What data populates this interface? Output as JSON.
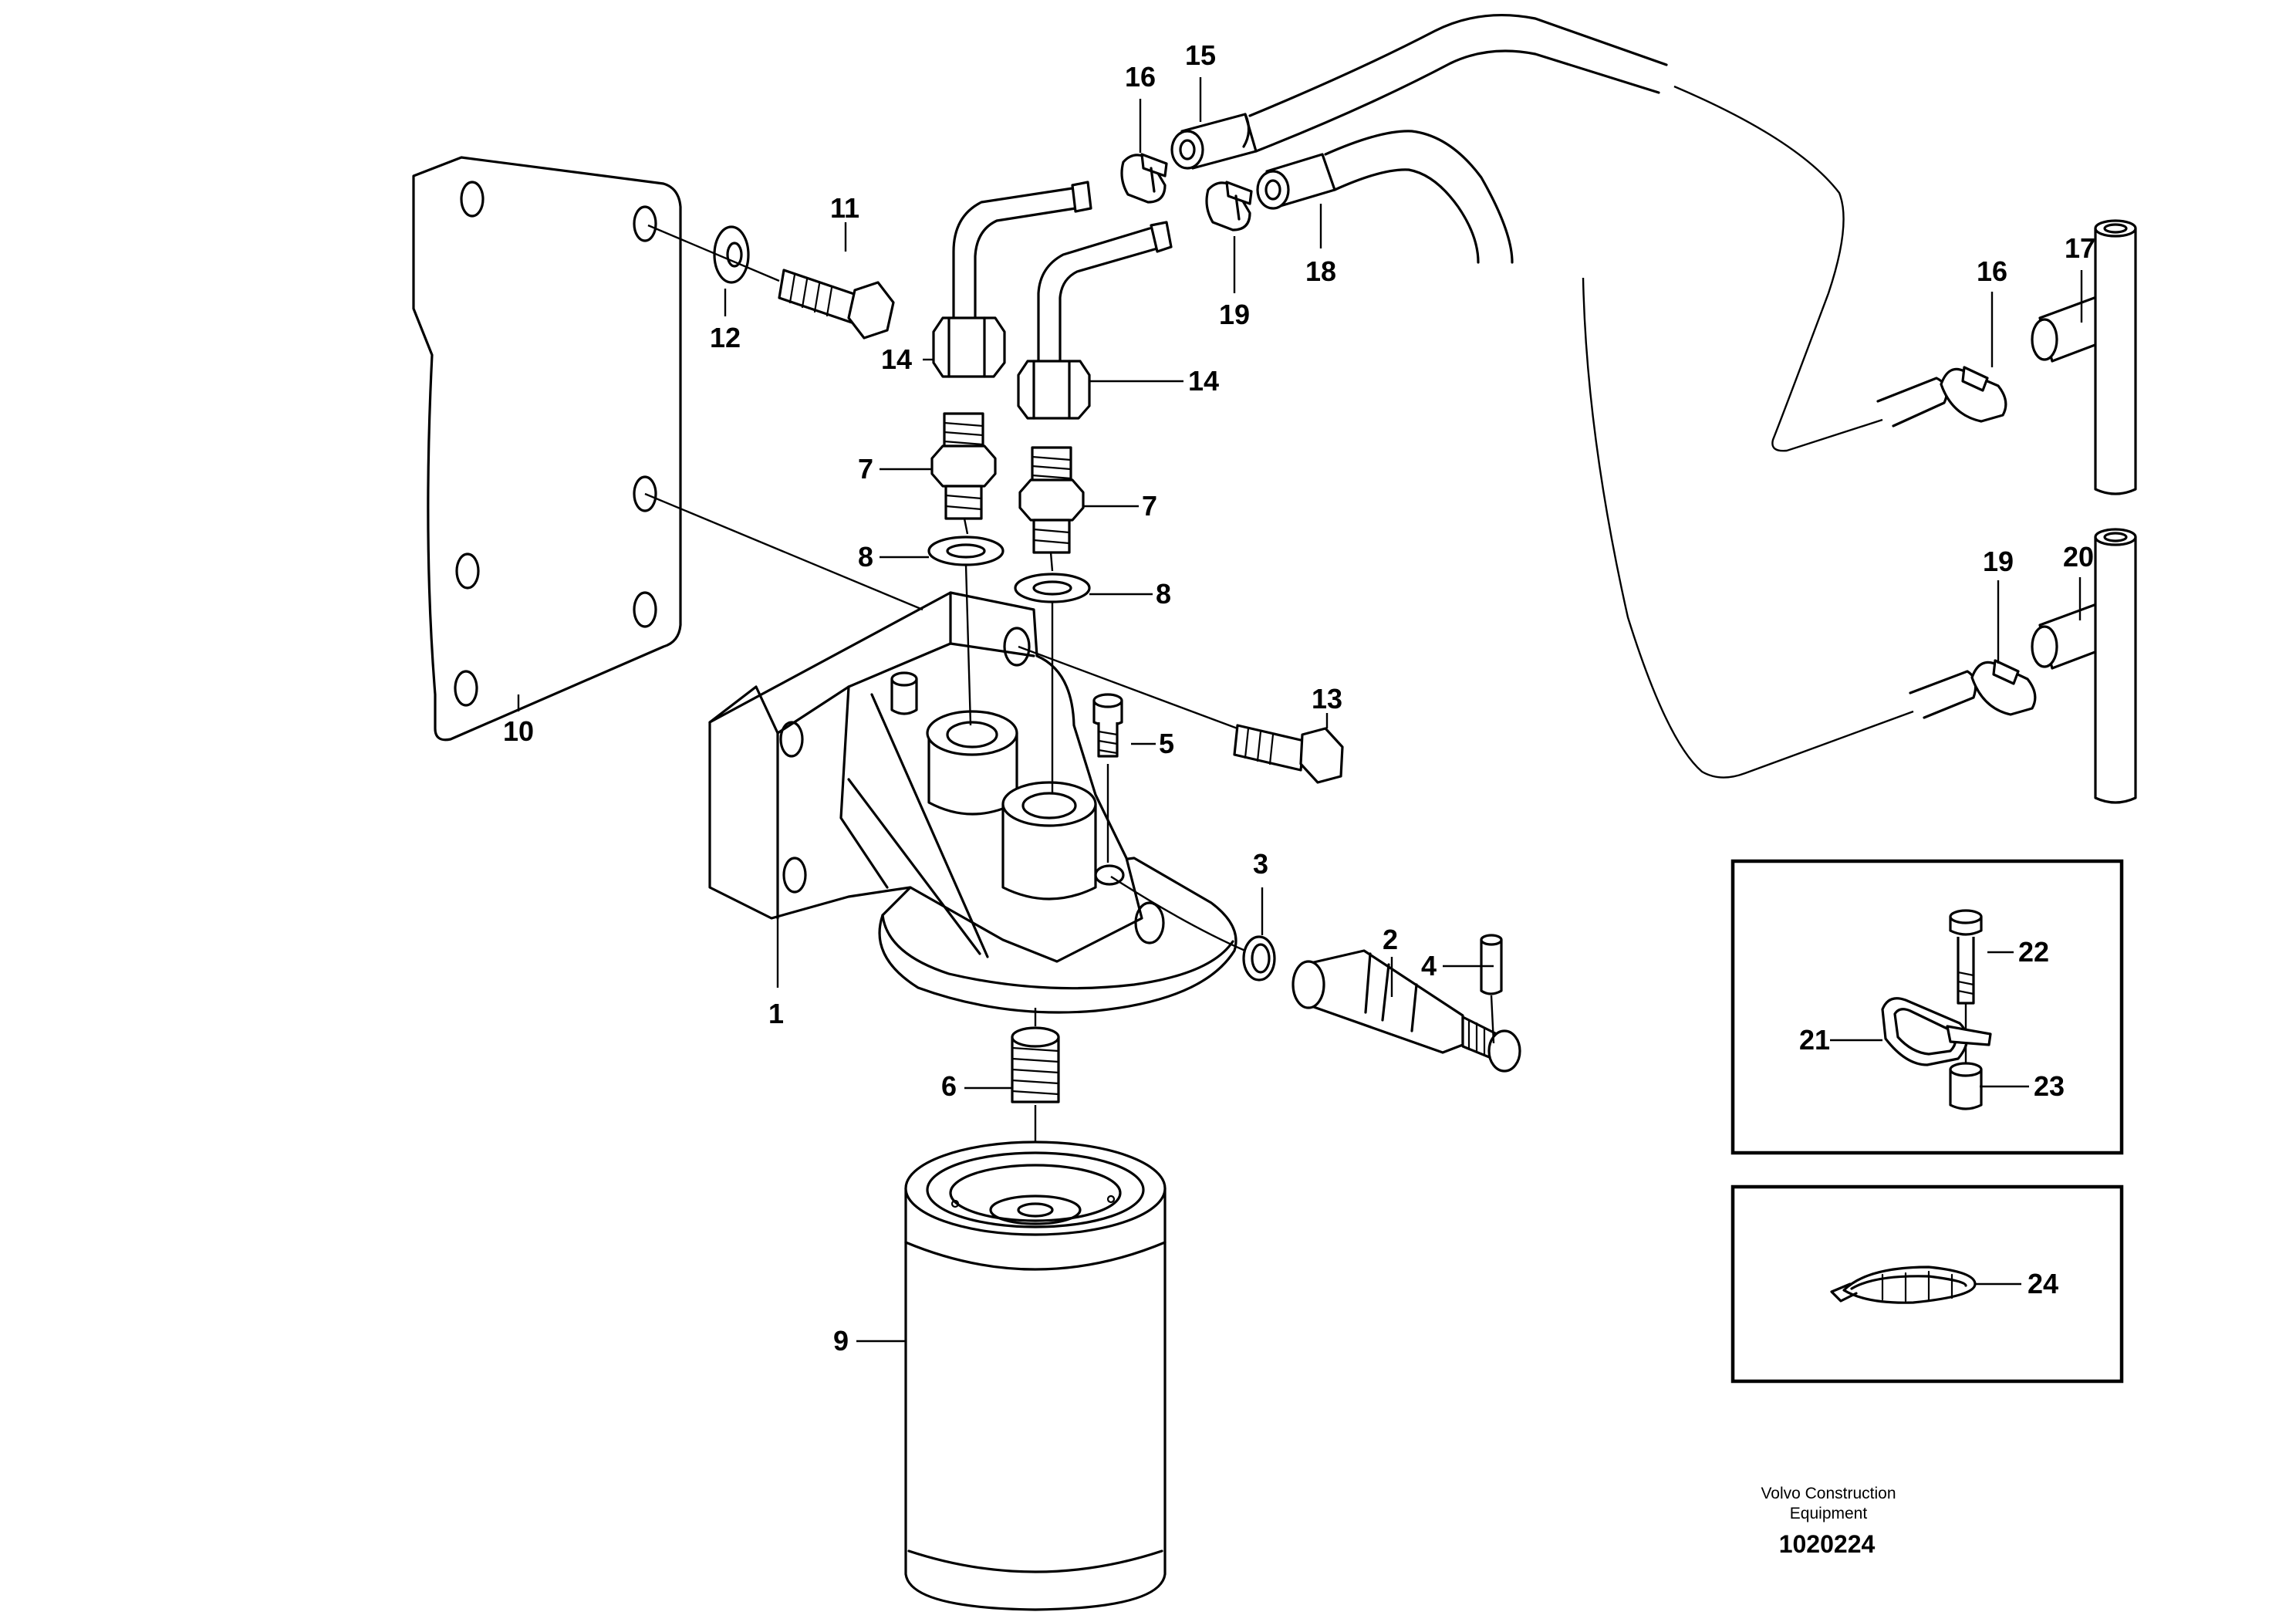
{
  "callouts": {
    "c1": "1",
    "c2": "2",
    "c3": "3",
    "c4": "4",
    "c5": "5",
    "c6": "6",
    "c7a": "7",
    "c7b": "7",
    "c8a": "8",
    "c8b": "8",
    "c9": "9",
    "c10": "10",
    "c11": "11",
    "c12": "12",
    "c13": "13",
    "c14a": "14",
    "c14b": "14",
    "c15": "15",
    "c16a": "16",
    "c16b": "16",
    "c17": "17",
    "c18": "18",
    "c19a": "19",
    "c19b": "19",
    "c20": "20",
    "c21": "21",
    "c22": "22",
    "c23": "23",
    "c24": "24"
  },
  "footer": {
    "brand_line1": "Volvo Construction",
    "brand_line2": "Equipment",
    "doc_number": "1020224"
  }
}
